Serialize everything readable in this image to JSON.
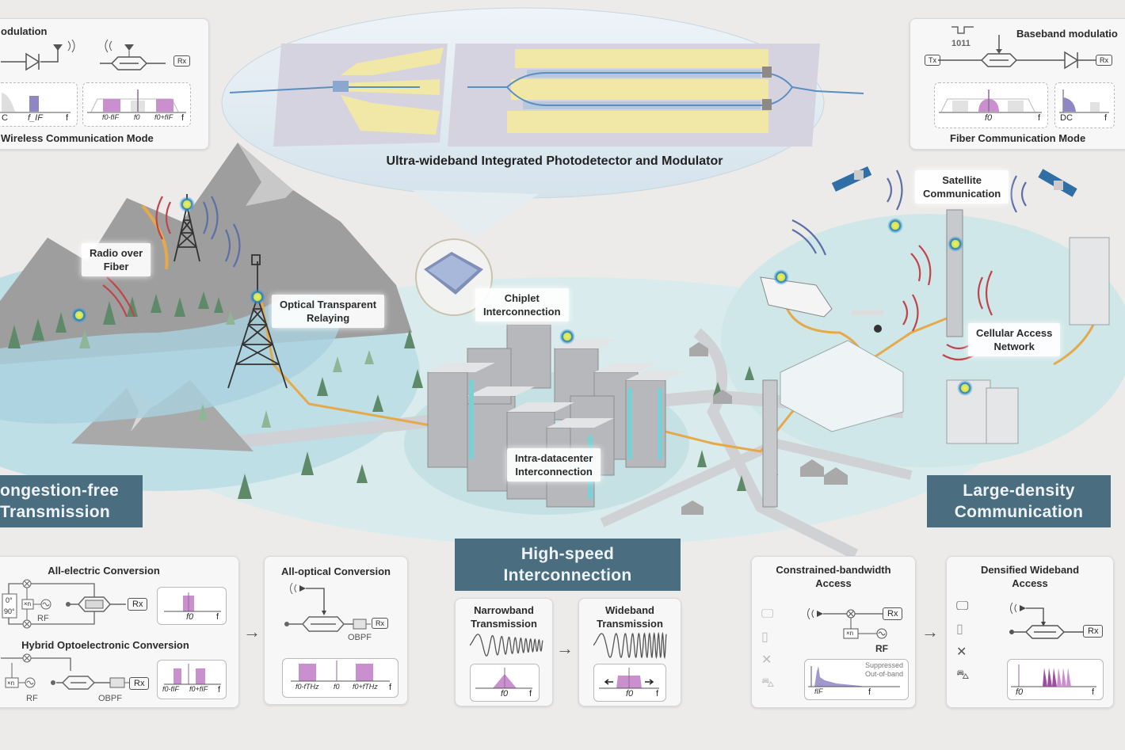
{
  "center_title": "Ultra-wideband Integrated Photodetector and Modulator",
  "top_left_panel": {
    "title_partial": "odulation",
    "caption": "Wireless Communication Mode",
    "rx_label": "Rx",
    "plot1_labels": [
      "C",
      "f_IF",
      "f"
    ],
    "plot2_labels": [
      "f0-fIF",
      "f0",
      "f0+fIF",
      "f"
    ]
  },
  "top_right_panel": {
    "title_partial": "Baseband modulatio",
    "bits": "1011",
    "tx_label": "Tx",
    "rx_label": "Rx",
    "caption": "Fiber Communication Mode",
    "plot1_labels": [
      "f0",
      "f"
    ],
    "plot2_labels": [
      "DC",
      "f"
    ]
  },
  "scene_labels": {
    "radio_over_fiber": "Radio over\nFiber",
    "optical_relaying": "Optical Transparent\nRelaying",
    "chiplet": "Chiplet\nInterconnection",
    "intra_dc": "Intra-datacenter\nInterconnection",
    "satellite": "Satellite\nCommunication",
    "cellular": "Cellular Access\nNetwork"
  },
  "banners": {
    "congestion": "ongestion-free\nTransmission",
    "highspeed": "High-speed\nInterconnection",
    "density": "Large-density\nCommunication"
  },
  "bottom_panels": {
    "all_electric": {
      "title": "All-electric Conversion",
      "phase": [
        "0°",
        "90°"
      ],
      "mult": "×n",
      "rf": "RF",
      "rx": "Rx",
      "plot_labels": [
        "f0",
        "f"
      ]
    },
    "hybrid": {
      "title": "Hybrid Optoelectronic Conversion",
      "mult": "×n",
      "rf": "RF",
      "obpf": "OBPF",
      "rx": "Rx",
      "plot_labels": [
        "f0-fIF",
        "f0+fIF",
        "f"
      ]
    },
    "all_optical": {
      "title": "All-optical Conversion",
      "obpf": "OBPF",
      "rx": "Rx",
      "plot_labels": [
        "f0-fTHz",
        "f0",
        "f0+fTHz",
        "f"
      ]
    },
    "narrowband": {
      "title": "Narrowband\nTransmission",
      "plot_labels": [
        "f0",
        "f"
      ]
    },
    "wideband": {
      "title": "Wideband\nTransmission",
      "plot_labels": [
        "f0",
        "f"
      ]
    },
    "constrained": {
      "title": "Constrained-bandwidth\nAccess",
      "mult": "×n",
      "rf": "RF",
      "rx": "Rx",
      "annotation": "Suppressed\nOut-of-band",
      "plot_labels": [
        "fIF",
        "f"
      ]
    },
    "densified": {
      "title": "Densified Wideband\nAccess",
      "rx": "Rx",
      "plot_labels": [
        "f0",
        "f"
      ]
    }
  },
  "colors": {
    "banner": "#4a6d80",
    "spectrum_pink": "#c98fce",
    "spectrum_purple": "#8f86c4",
    "fiber": "#e6a94a",
    "ground": "#cfe6e8",
    "signal_red": "#c0444b",
    "signal_blue": "#5c6fa8"
  }
}
